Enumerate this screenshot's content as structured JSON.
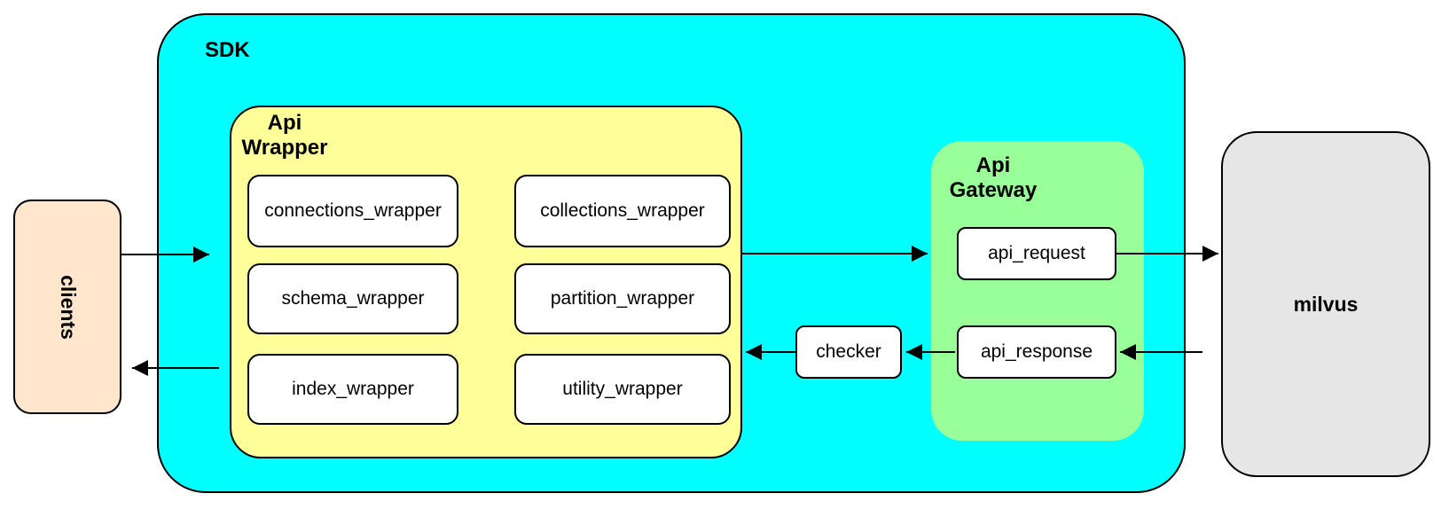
{
  "diagram": {
    "nodes": {
      "clients": {
        "label": "clients"
      },
      "sdk": {
        "label": "SDK"
      },
      "api_wrapper": {
        "label_line1": "Api",
        "label_line2": "Wrapper",
        "boxes": [
          "connections_wrapper",
          "collections_wrapper",
          "schema_wrapper",
          "partition_wrapper",
          "index_wrapper",
          "utility_wrapper"
        ]
      },
      "checker": {
        "label": "checker"
      },
      "api_gateway": {
        "label_line1": "Api",
        "label_line2": "Gateway",
        "boxes": [
          "api_request",
          "api_response"
        ]
      },
      "milvus": {
        "label": "milvus"
      }
    },
    "colors": {
      "sdk_fill": "#00FFFF",
      "api_wrapper_fill": "#FFFF99",
      "api_gateway_fill": "#99FF99",
      "clients_fill": "#FFE6CC",
      "milvus_fill": "#E6E6E6",
      "node_fill": "#FFFFFF",
      "stroke": "#000000"
    },
    "edges": [
      "clients -> sdk",
      "api_wrapper -> api_gateway",
      "api_request -> milvus",
      "milvus -> api_response",
      "api_response -> checker",
      "checker -> api_wrapper",
      "api_wrapper -> clients"
    ]
  }
}
